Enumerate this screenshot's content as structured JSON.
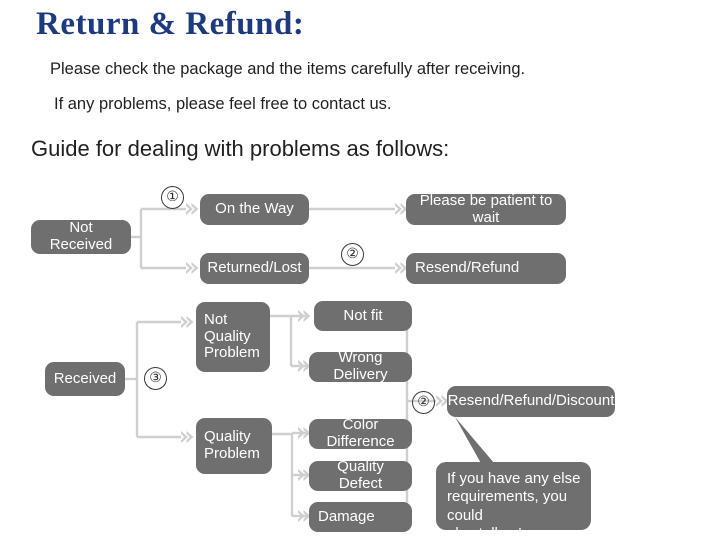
{
  "header": {
    "title": "Return & Refund:",
    "line1": "Please check the package and the items carefully after receiving.",
    "line2": "If any problems, please feel free to contact us.",
    "guide": "Guide for dealing with problems as follows:"
  },
  "colors": {
    "title": "#1d3a7e",
    "node_fill": "#6f6f6f",
    "node_text": "#ffffff",
    "connector": "#cfcfcf",
    "background": "#ffffff",
    "body_text": "#231f20"
  },
  "flow": {
    "nodes": {
      "not_received": "Not Received",
      "on_the_way": "On the Way",
      "returned_lost": "Returned/Lost",
      "please_wait": "Please be patient to wait",
      "resend_refund": "Resend/Refund",
      "received": "Received",
      "not_quality_problem": "Not\nQuality\nProblem",
      "quality_problem": "Quality\nProblem",
      "not_fit": "Not fit",
      "wrong_delivery": "Wrong Delivery",
      "color_difference": "Color Difference",
      "quality_defect": "Quality Defect",
      "damage": "Damage",
      "resend_refund_discount": "Resend/Refund/Discount"
    },
    "steps": {
      "step1": "①",
      "step2_top": "②",
      "step3": "③",
      "step2_bottom": "②"
    },
    "bubble": "If you have any else\nrequirements, you could\nalso tell us!"
  }
}
